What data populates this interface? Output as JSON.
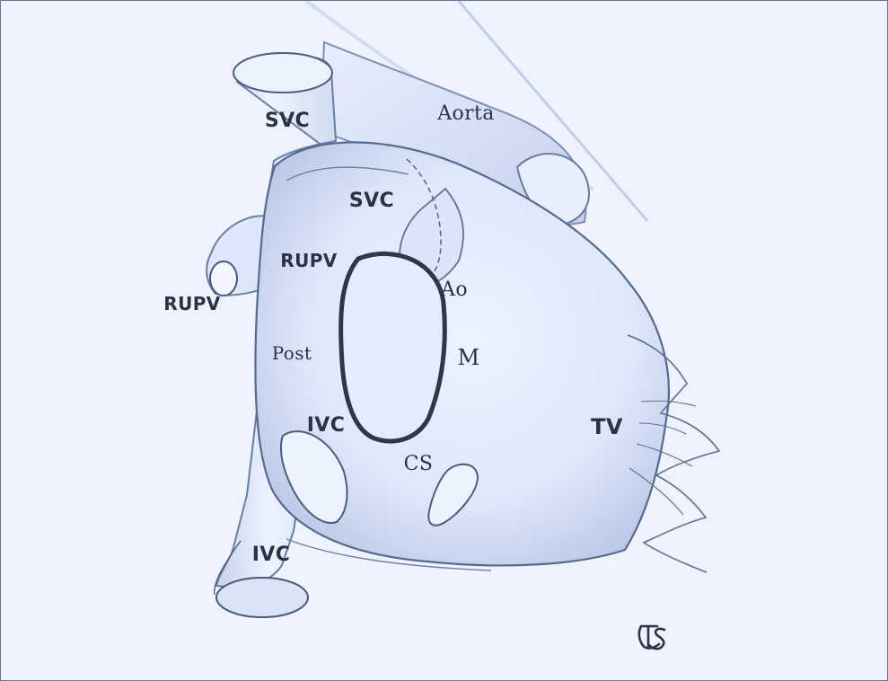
{
  "labels": {
    "svc_vessel": "SVC",
    "aorta": "Aorta",
    "svc_inner": "SVC",
    "rupv_inner": "RUPV",
    "rupv_vessel": "RUPV",
    "ao": "Ao",
    "post": "Post",
    "m": "M",
    "ivc_inner": "IVC",
    "tv": "TV",
    "cs": "CS",
    "ivc_vessel": "IVC"
  },
  "signature": "DS",
  "colors": {
    "paper": "#eef3ff",
    "pencil": "#364055",
    "shade": "#8797b8",
    "label": "#2a3346"
  }
}
